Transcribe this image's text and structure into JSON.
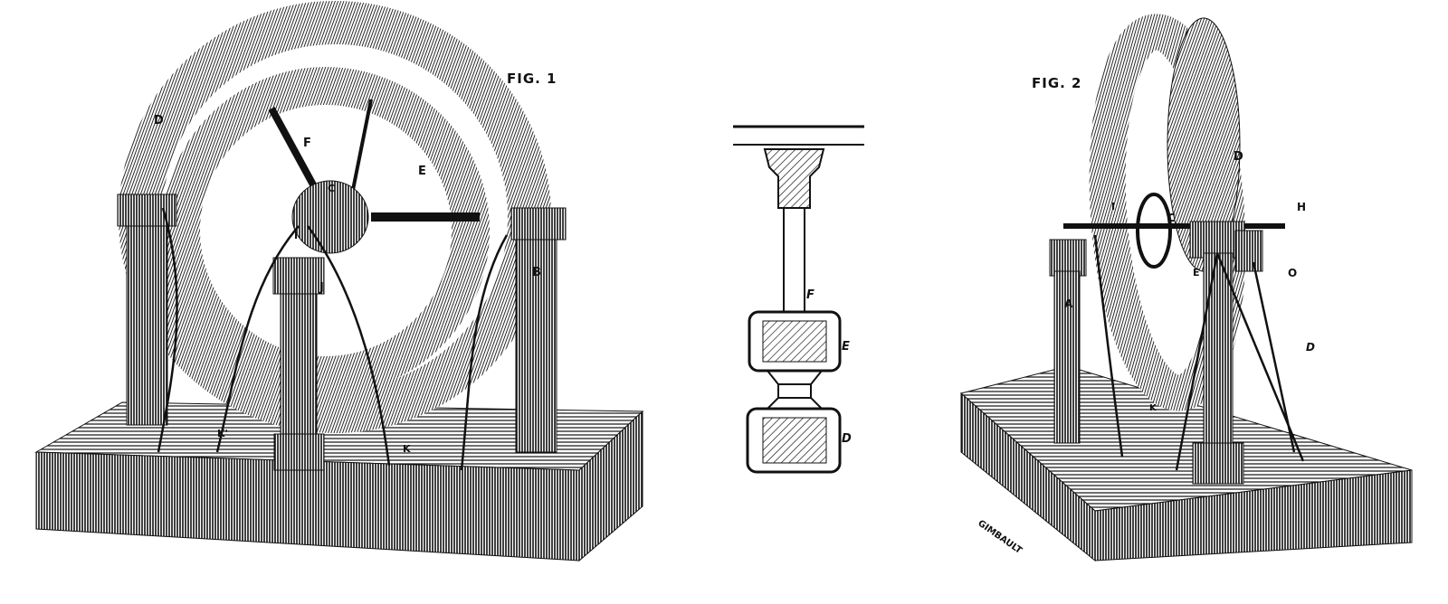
{
  "figure1": {
    "title": "FIG. 1",
    "labels": {
      "d": "D",
      "f": "F",
      "e": "E",
      "c": "C",
      "b": "B",
      "j": "J",
      "k": "K",
      "k2": "K'",
      "i": "I"
    }
  },
  "section": {
    "labels": {
      "f": "F",
      "e": "E",
      "d": "D"
    }
  },
  "figure2": {
    "title": "FIG. 2",
    "labels": {
      "d": "D",
      "i": "I",
      "h": "H",
      "c": "C",
      "e": "E",
      "o": "O",
      "a": "A",
      "d2": "D",
      "k": "K"
    },
    "signature": "GIMBAULT"
  },
  "colors": {
    "ink": "#111111",
    "paper": "#ffffff"
  }
}
